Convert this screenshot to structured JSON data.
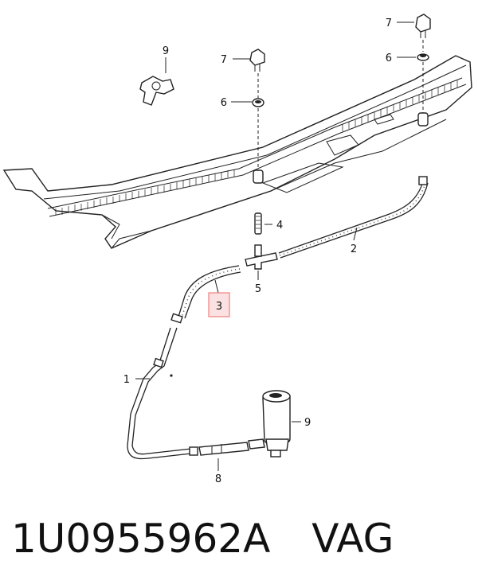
{
  "callouts": {
    "hose_front": "1",
    "hose_right": "2",
    "hose_highlighted": "3",
    "connector_straight": "4",
    "t_piece": "5",
    "seal_left": "6",
    "seal_right": "6",
    "nozzle_left": "7",
    "nozzle_right": "7",
    "clip": "9",
    "pump": "9",
    "connector_pump": "8"
  },
  "highlight_color": "#f08080",
  "footer": {
    "part_number": "1U0955962A",
    "brand": "VAG"
  }
}
